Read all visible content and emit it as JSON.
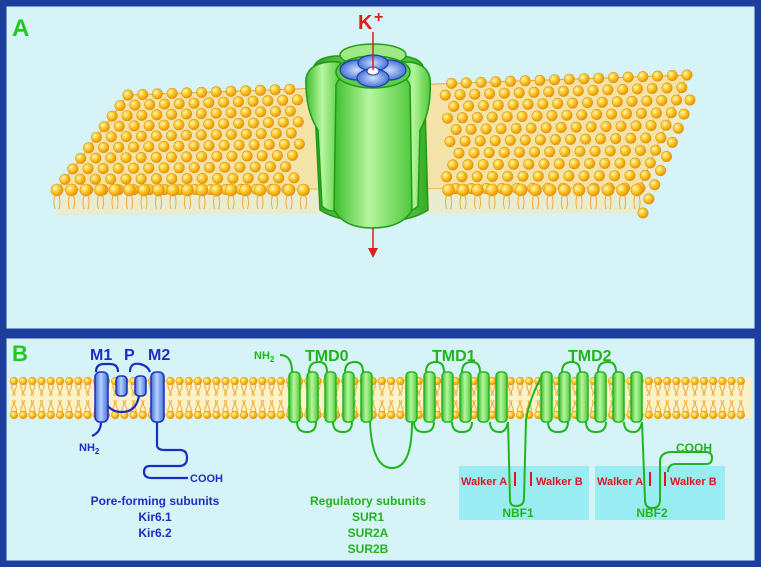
{
  "panel_a": {
    "label": "A",
    "ion_label": "K",
    "ion_charge": "+"
  },
  "panel_b": {
    "label": "B",
    "kir": {
      "segments": [
        "M1",
        "P",
        "M2"
      ],
      "n_term": "NH",
      "n_term_sub": "2",
      "c_term": "COOH",
      "group_title": "Pore-forming subunits",
      "members": [
        "Kir6.1",
        "Kir6.2"
      ]
    },
    "sur": {
      "n_term": "NH",
      "n_term_sub": "2",
      "c_term": "COOH",
      "domains": [
        "TMD0",
        "TMD1",
        "TMD2"
      ],
      "nbfs": [
        {
          "name": "NBF1",
          "walker_a": "Walker A",
          "walker_b": "Walker B"
        },
        {
          "name": "NBF2",
          "walker_a": "Walker A",
          "walker_b": "Walker B"
        }
      ],
      "group_title": "Regulatory subunits",
      "members": [
        "SUR1",
        "SUR2A",
        "SUR2B"
      ]
    }
  },
  "colors": {
    "border": "#1c3f9e",
    "background": "#d6f4f7",
    "label": "#22c81e",
    "kir": "#1a2fbf",
    "sur": "#21b51d",
    "walker": "#e4141e",
    "nbf_box": "#9aecf3",
    "lipid_head": "#f6b40e",
    "lipid_tail": "#f0a93c",
    "channel": "#86e36d",
    "arrow": "#e21b1b"
  }
}
